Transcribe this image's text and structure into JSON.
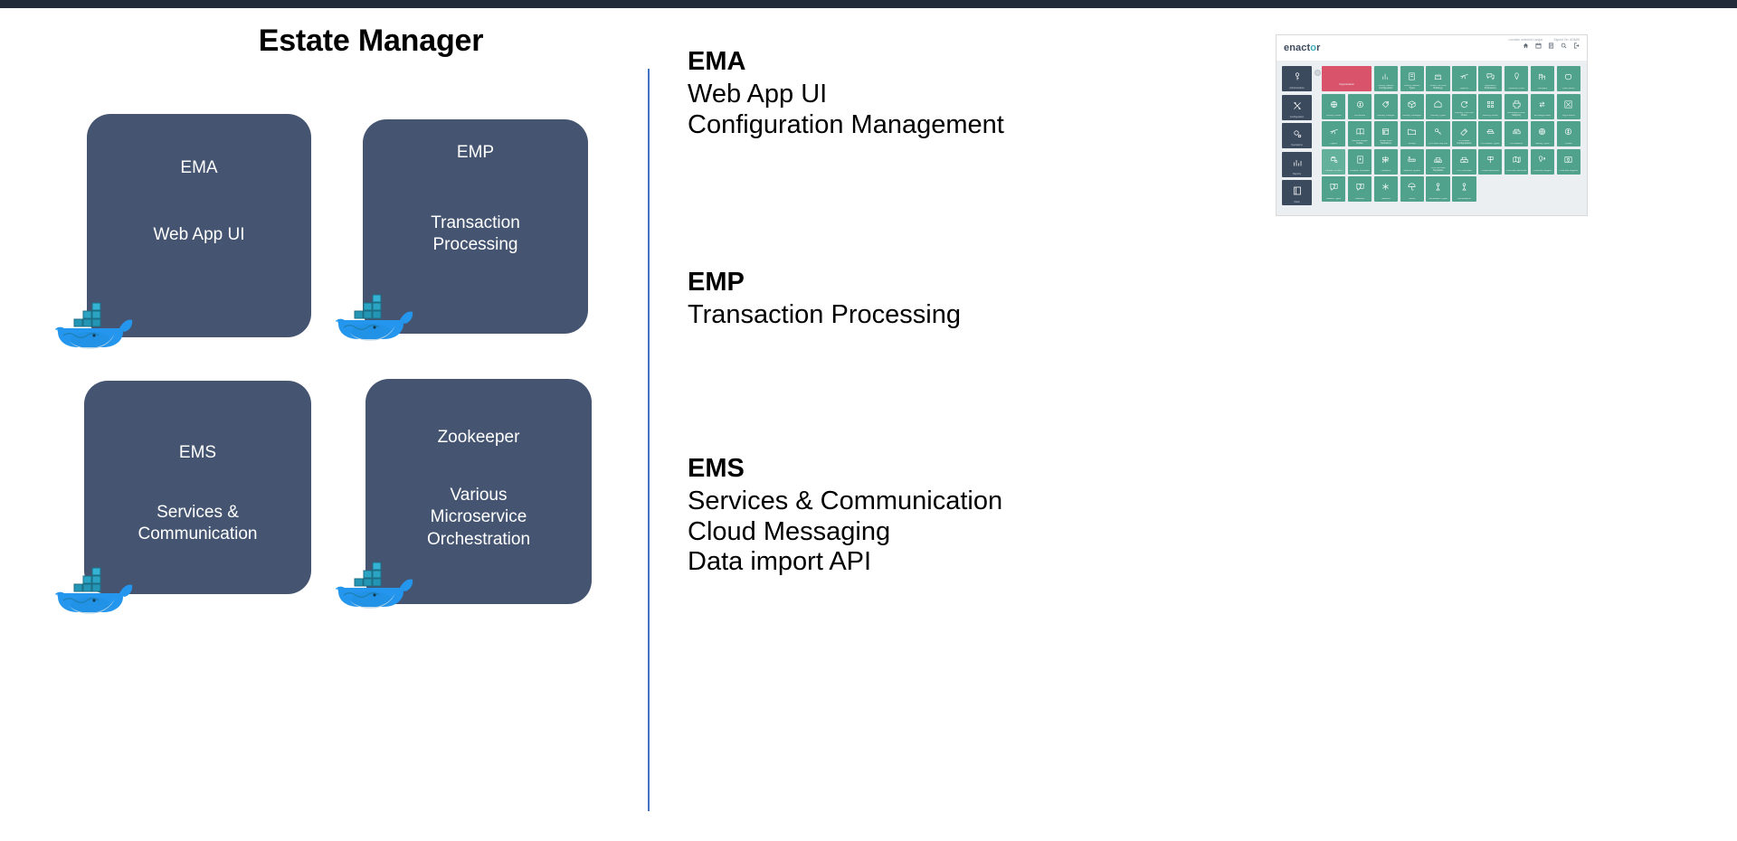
{
  "slide": {
    "title": "Estate Manager",
    "background_color": "#ffffff",
    "topbar_color": "#222b39",
    "box_color": "#455571",
    "divider_color": "#4472c4"
  },
  "boxes": [
    {
      "id": "ema",
      "name": "EMA",
      "desc": "Web App UI",
      "icon": "docker-whale-icon"
    },
    {
      "id": "emp",
      "name": "EMP",
      "desc": "Transaction\nProcessing",
      "icon": "docker-whale-icon"
    },
    {
      "id": "ems",
      "name": "EMS",
      "desc": "Services &\nCommunication",
      "icon": "docker-whale-icon"
    },
    {
      "id": "zookeeper",
      "name": "Zookeeper",
      "desc": "Various\nMicroservice\nOrchestration",
      "icon": "docker-whale-icon"
    }
  ],
  "box_text": {
    "ema_name": "EMA",
    "ema_desc": "Web App UI",
    "emp_name": "EMP",
    "emp_desc_1": "Transaction",
    "emp_desc_2": "Processing",
    "ems_name": "EMS",
    "ems_desc_1": "Services &",
    "ems_desc_2": "Communication",
    "zk_name": "Zookeeper",
    "zk_desc_1": "Various",
    "zk_desc_2": "Microservice",
    "zk_desc_3": "Orchestration"
  },
  "info": {
    "ema": {
      "head": "EMA",
      "line1": "Web App UI",
      "line2": "Configuration Management"
    },
    "emp": {
      "head": "EMP",
      "line1": "Transaction Processing"
    },
    "ems": {
      "head": "EMS",
      "line1": "Services & Communication",
      "line2": "Cloud Messaging",
      "line3": "Data import API"
    }
  },
  "thumbnail": {
    "logo_before": "enact",
    "logo_o": "o",
    "logo_after": "r",
    "user_label": "Location selected Langar",
    "signed_label": "Signed On: ADMIN",
    "header_icons": [
      "home-icon",
      "calendar-icon",
      "list-icon",
      "search-icon",
      "logout-icon"
    ],
    "sidebar": [
      {
        "label": "Administration",
        "icon": "key-icon"
      },
      {
        "label": "Configuration",
        "icon": "tools-icon"
      },
      {
        "label": "Operations",
        "icon": "gear-icon"
      },
      {
        "label": "Reports",
        "icon": "chart-icon"
      },
      {
        "label": "Static",
        "icon": "book-icon"
      }
    ],
    "tiles": [
      {
        "label": "Organisation",
        "icon": "folder-icon",
        "style": "red",
        "wide": true
      },
      {
        "label": "Activity Statistic Configuration",
        "icon": "bar-chart-icon",
        "style": "teal"
      },
      {
        "label": "Activity Statistic Types",
        "icon": "clipboard-icon",
        "style": "teal"
      },
      {
        "label": "Airport Terminal Buildings",
        "icon": "building-icon",
        "style": "teal"
      },
      {
        "label": "Airports",
        "icon": "plane-icon",
        "style": "teal"
      },
      {
        "label": "Application Parameters",
        "icon": "chat-icon",
        "style": "teal"
      },
      {
        "label": "Collection Point",
        "icon": "pin-icon",
        "style": "teal"
      },
      {
        "label": "Company",
        "icon": "office-icon",
        "style": "teal"
      },
      {
        "label": "Cost Centre",
        "icon": "apple-icon",
        "style": "teal"
      },
      {
        "label": "Country Codes",
        "icon": "globe-icon",
        "style": "teal"
      },
      {
        "label": "Currencies",
        "icon": "coin-icon",
        "style": "teal"
      },
      {
        "label": "Delivery Charges",
        "icon": "tag-icon",
        "style": "teal"
      },
      {
        "label": "Delivery Packages",
        "icon": "box-icon",
        "style": "teal"
      },
      {
        "label": "Delivery Types",
        "icon": "label-icon",
        "style": "teal"
      },
      {
        "label": "Delivery Time Slot Rules",
        "icon": "refresh-icon",
        "style": "teal"
      },
      {
        "label": "Delivery Zones",
        "icon": "grid-icon",
        "style": "teal"
      },
      {
        "label": "Document Printer Mapping",
        "icon": "printer-icon",
        "style": "teal"
      },
      {
        "label": "Exchange Rates",
        "icon": "exchange-icon",
        "style": "teal"
      },
      {
        "label": "Flight Zones",
        "icon": "flight-icon",
        "style": "teal"
      },
      {
        "label": "Flights",
        "icon": "plane-icon",
        "style": "teal"
      },
      {
        "label": "General Ledger Codes",
        "icon": "book-icon",
        "style": "teal"
      },
      {
        "label": "Group Level Definitions",
        "icon": "card-icon",
        "style": "teal"
      },
      {
        "label": "Groups",
        "icon": "folder-icon",
        "style": "teal"
      },
      {
        "label": "KC Public Key List",
        "icon": "key-icon",
        "style": "teal"
      },
      {
        "label": "KC Reader Configurations",
        "icon": "reader-icon",
        "style": "teal"
      },
      {
        "label": "KC Reader Types",
        "icon": "device-icon",
        "style": "teal"
      },
      {
        "label": "KC Readers",
        "icon": "scanner-icon",
        "style": "teal"
      },
      {
        "label": "Identity Types",
        "icon": "fingerprint-icon",
        "style": "teal"
      },
      {
        "label": "Locale",
        "icon": "money-icon",
        "style": "teal"
      },
      {
        "label": "Location Printers",
        "icon": "printer-pin-icon",
        "style": "light"
      },
      {
        "label": "Location Templates",
        "icon": "template-icon",
        "style": "teal"
      },
      {
        "label": "Locations",
        "icon": "signpost-icon",
        "style": "teal"
      },
      {
        "label": "Measure System",
        "icon": "ruler-icon",
        "style": "teal"
      },
      {
        "label": "POS Terminal Templates",
        "icon": "terminal-icon",
        "style": "teal"
      },
      {
        "label": "POS Terminals",
        "icon": "register-icon",
        "style": "teal"
      },
      {
        "label": "Postal Addresses",
        "icon": "mailbox-icon",
        "style": "teal"
      },
      {
        "label": "Postcode Addresses",
        "icon": "map-icon",
        "style": "teal"
      },
      {
        "label": "Postcode Ranges",
        "icon": "pin-range-icon",
        "style": "teal"
      },
      {
        "label": "Postcode Regions",
        "icon": "region-icon",
        "style": "teal"
      },
      {
        "label": "Reason Types",
        "icon": "question-icon",
        "style": "teal"
      },
      {
        "label": "Reasons",
        "icon": "question-icon",
        "style": "teal"
      },
      {
        "label": "Seasons",
        "icon": "snowflake-icon",
        "style": "teal"
      },
      {
        "label": "Stores",
        "icon": "umbrella-icon",
        "style": "teal"
      },
      {
        "label": "Workstation Types",
        "icon": "workstation-icon",
        "style": "teal"
      },
      {
        "label": "Workstations",
        "icon": "workstation-icon",
        "style": "teal"
      }
    ]
  }
}
